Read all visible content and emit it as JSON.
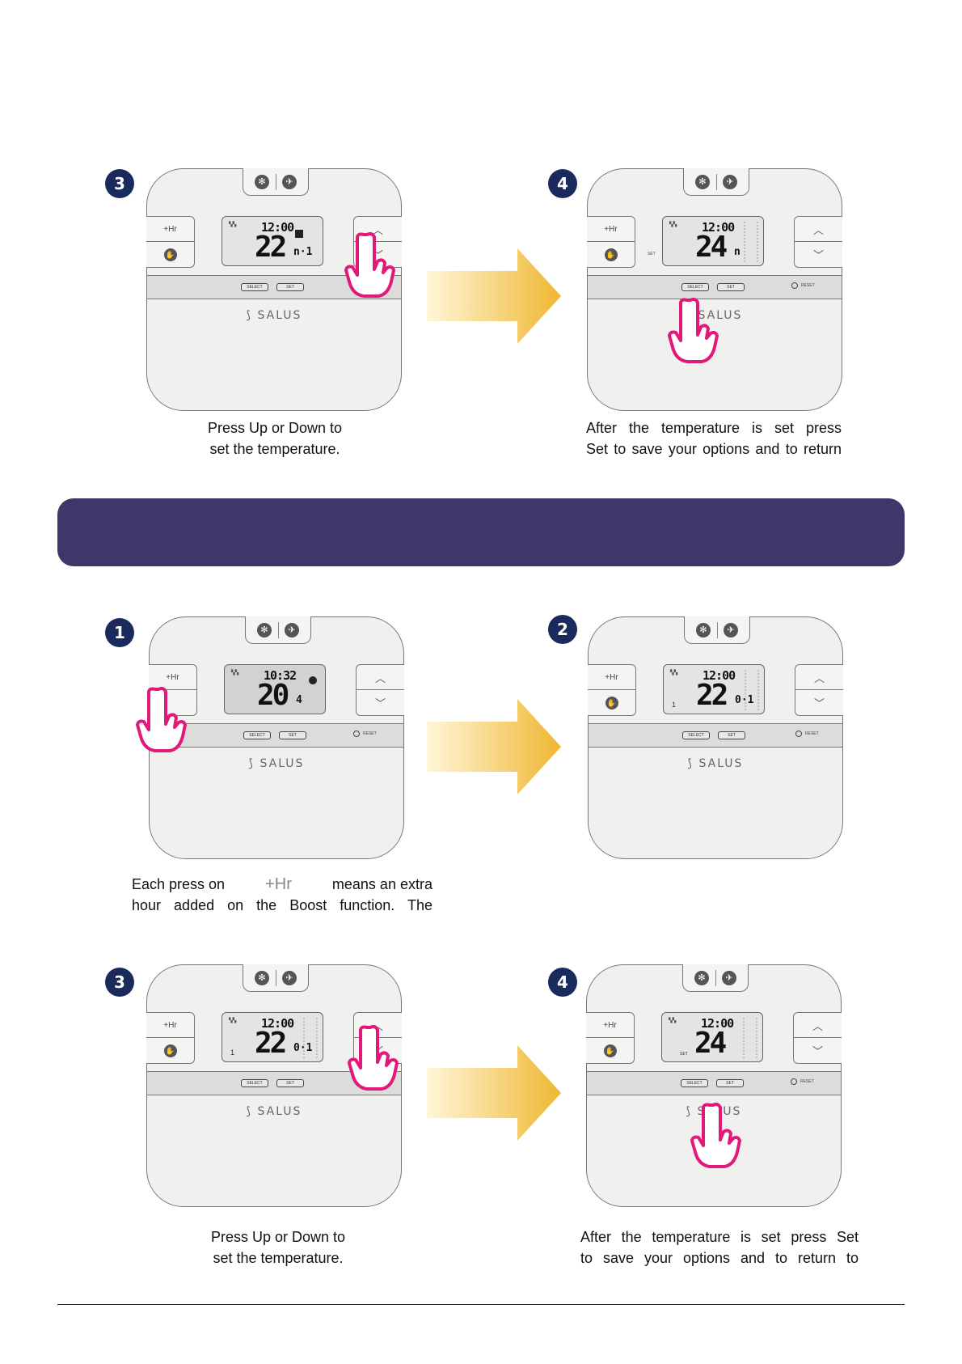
{
  "colors": {
    "banner": "#3e3769",
    "badge": "#1b2a5c",
    "hand": "#e3197a",
    "arrow": "#f2c94c"
  },
  "device_common": {
    "brand": "SALUS",
    "plus_hr": "+Hr",
    "select_label": "SELECT",
    "set_label": "SET",
    "reset_label": "RESET",
    "up_icon": "chevron-up-icon",
    "down_icon": "chevron-down-icon",
    "hand_icon": "hand-icon",
    "snowflake_icon": "snowflake-icon",
    "plane_icon": "plane-icon"
  },
  "sections": [
    {
      "badge": "3",
      "lcd": {
        "clock": "12:00",
        "temp": "22",
        "unit": "n·1"
      },
      "caption": [
        "Press Up or Down to",
        "set the temperature."
      ]
    },
    {
      "badge": "4",
      "lcd": {
        "clock": "12:00",
        "temp": "24",
        "unit": "n"
      },
      "caption": [
        "After the temperature is set press",
        "Set to save your options and to return"
      ]
    },
    {
      "badge": "1",
      "lcd": {
        "clock": "10:32",
        "temp": "20",
        "unit": "4"
      },
      "caption_parts": [
        "Each press on",
        "+Hr",
        "means an extra"
      ],
      "caption_line2": "hour added on the Boost function. The"
    },
    {
      "badge": "2",
      "lcd": {
        "clock": "12:00",
        "temp": "22",
        "unit": "0·1",
        "tag": "1"
      }
    },
    {
      "badge": "3",
      "lcd": {
        "clock": "12:00",
        "temp": "22",
        "unit": "0·1",
        "tag": "1"
      },
      "caption": [
        "Press Up or Down to",
        "set the temperature."
      ]
    },
    {
      "badge": "4",
      "lcd": {
        "clock": "12:00",
        "temp": "24",
        "unit": ""
      },
      "caption": [
        "After the temperature is set press Set",
        "to save your options and to return to"
      ]
    }
  ]
}
